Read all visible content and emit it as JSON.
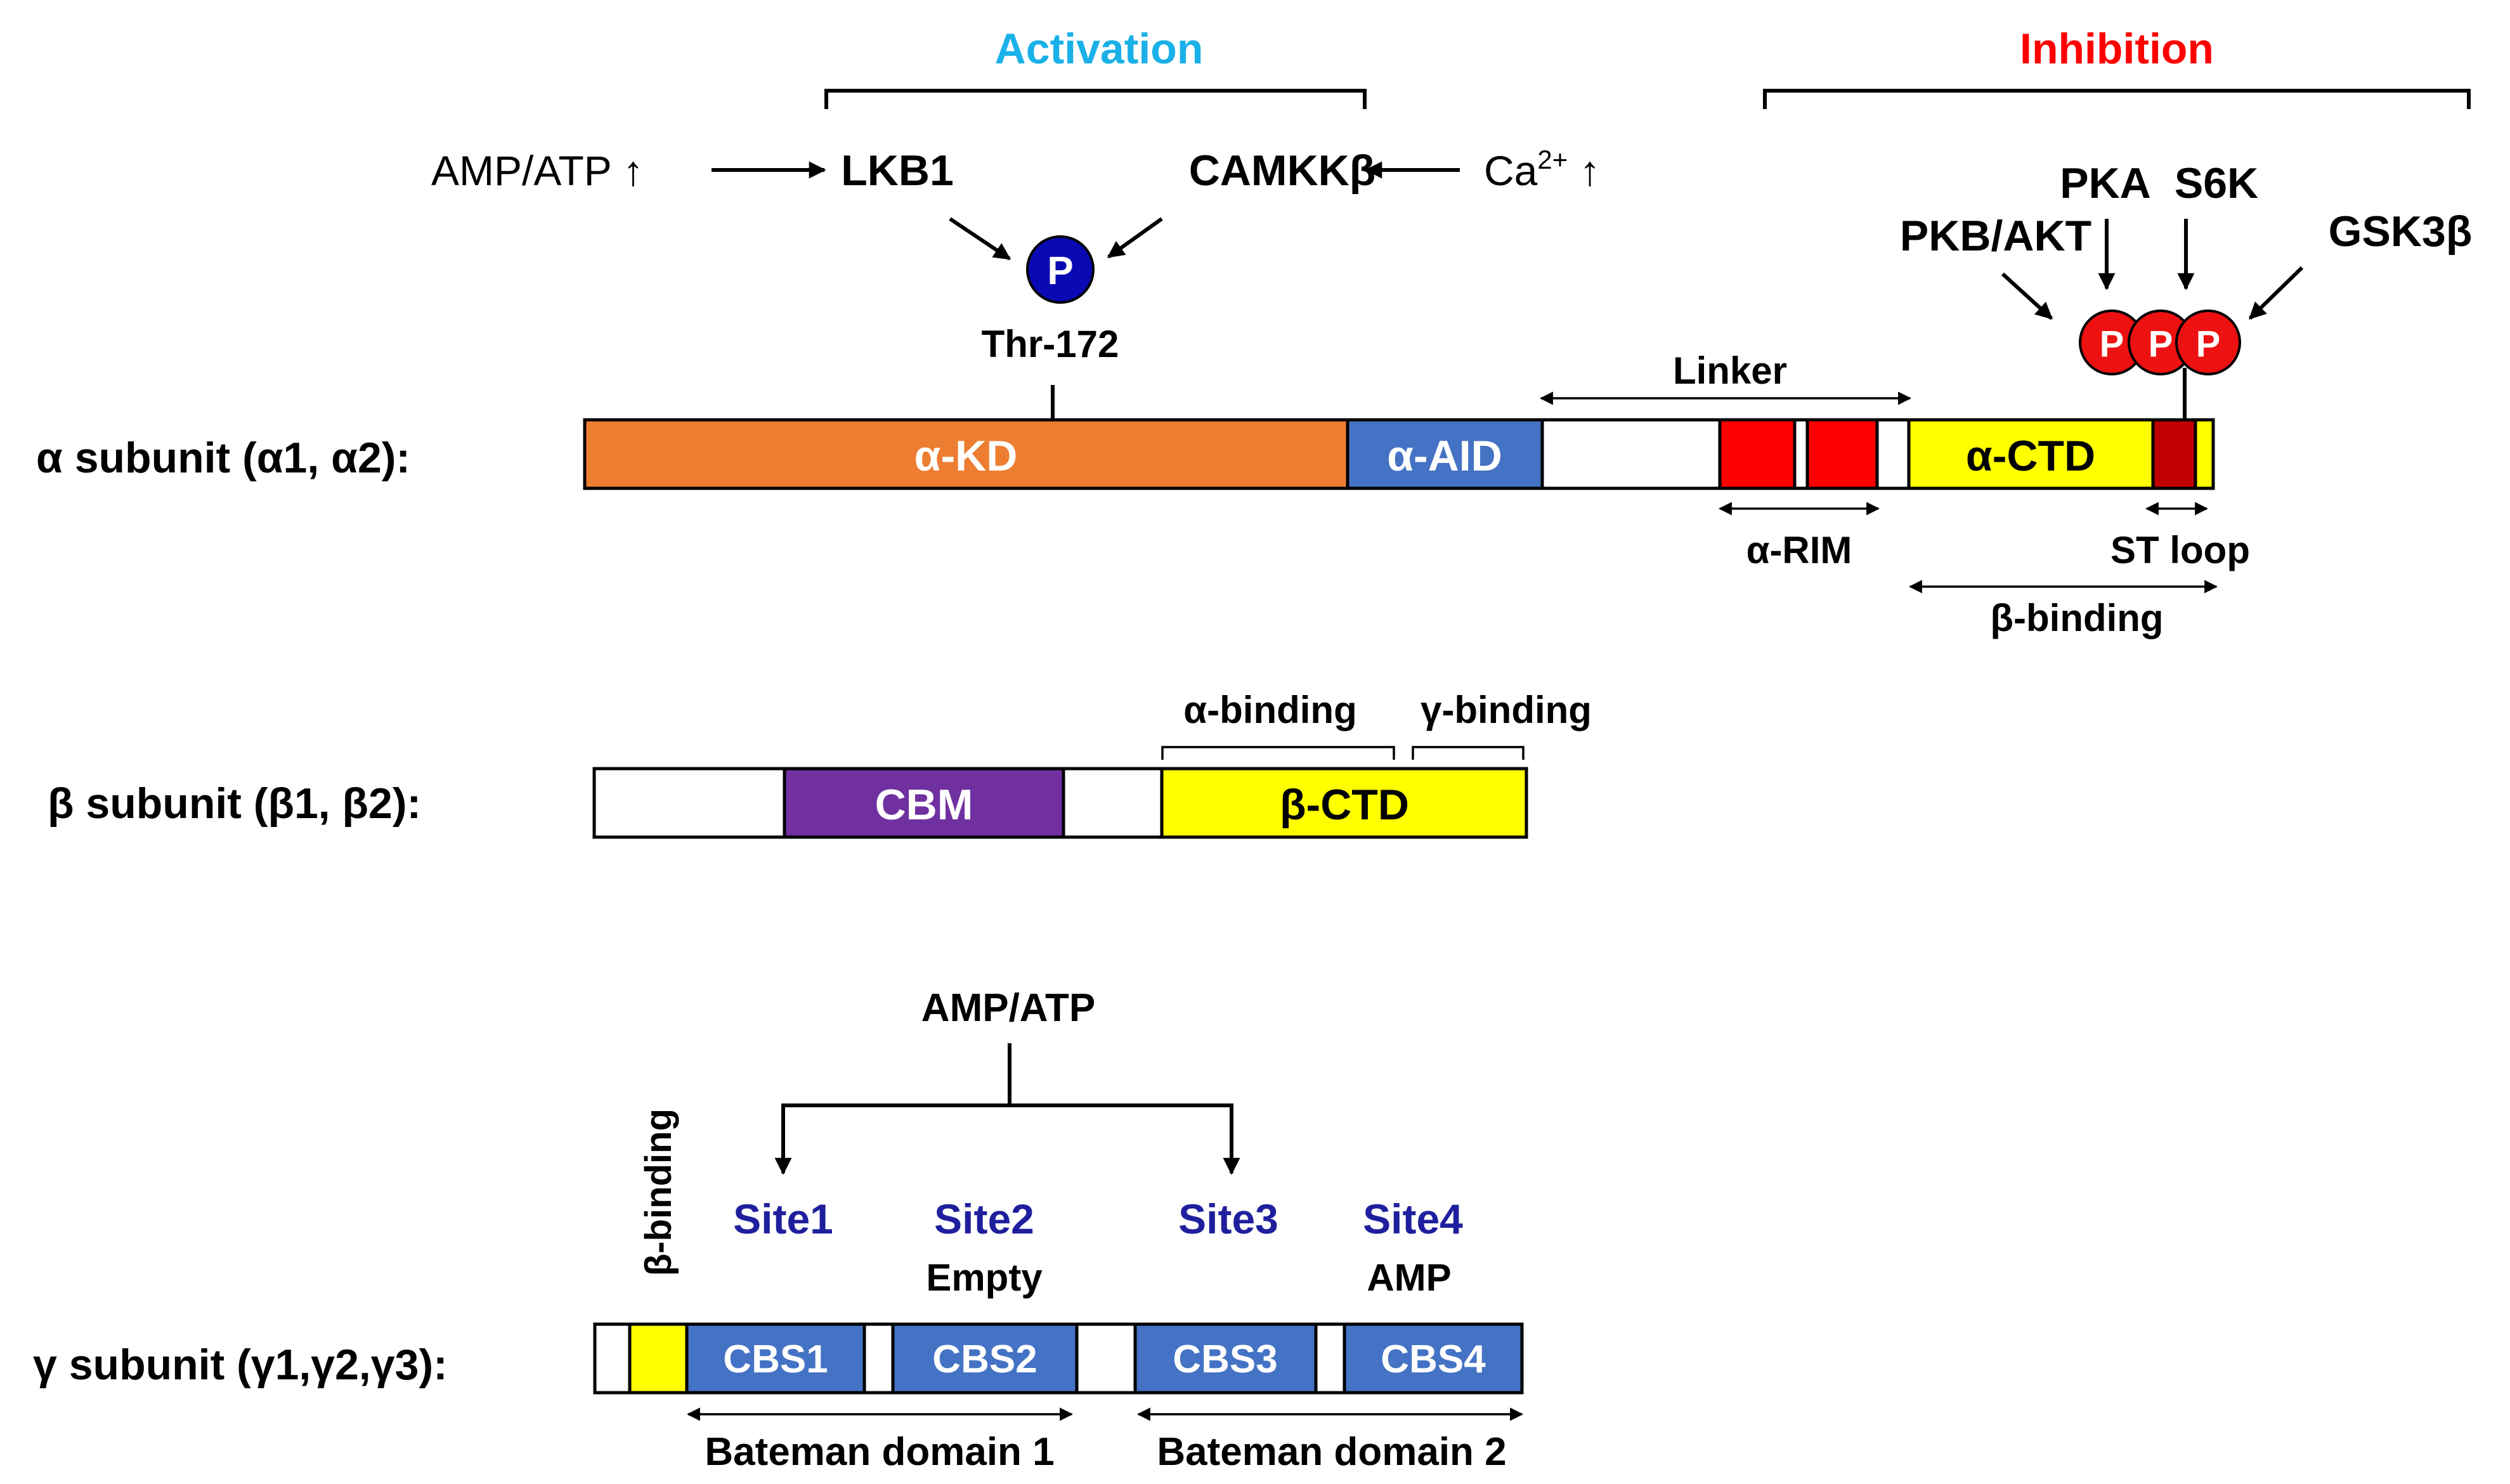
{
  "colors": {
    "activation": "#1ab0e8",
    "inhibition": "#ff0000",
    "kd": "#ed7d31",
    "aid": "#4472c4",
    "rim": "#ff0000",
    "ctd": "#ffff00",
    "st_loop": "#c00000",
    "cbm": "#7030a0",
    "cbs": "#4472c4",
    "site": "#1f1f9e",
    "phospho_blue": "#0a0ab4",
    "phospho_red": "#ee1111"
  },
  "header": {
    "activation": "Activation",
    "inhibition": "Inhibition"
  },
  "activation": {
    "amp_atp": "AMP/ATP ↑",
    "lkb1": "LKB1",
    "camkk": "CAMKKβ",
    "ca_base": "Ca",
    "ca_sup": "2+",
    "ca_arrow": " ↑",
    "phospho": "P",
    "residue": "Thr-172"
  },
  "inhibition": {
    "pka": "PKA",
    "s6k": "S6K",
    "pkb": "PKB/AKT",
    "gsk": "GSK3β",
    "phospho": "P"
  },
  "alpha": {
    "label": "α subunit (α1, α2):",
    "kd": "α-KD",
    "aid": "α-AID",
    "ctd": "α-CTD",
    "linker": "Linker",
    "rim": "α-RIM",
    "st_loop": "ST loop",
    "beta_binding": "β-binding"
  },
  "beta": {
    "label": "β subunit (β1, β2):",
    "cbm": "CBM",
    "ctd": "β-CTD",
    "alpha_binding": "α-binding",
    "gamma_binding": "γ-binding"
  },
  "gamma": {
    "label": "γ subunit (γ1,γ2,γ3):",
    "amp_atp": "AMP/ATP",
    "beta_binding": "β-binding",
    "site1": "Site1",
    "site2": "Site2",
    "site3": "Site3",
    "site4": "Site4",
    "site2_state": "Empty",
    "site4_state": "AMP",
    "cbs1": "CBS1",
    "cbs2": "CBS2",
    "cbs3": "CBS3",
    "cbs4": "CBS4",
    "bateman1": "Bateman domain 1",
    "bateman2": "Bateman domain 2"
  }
}
